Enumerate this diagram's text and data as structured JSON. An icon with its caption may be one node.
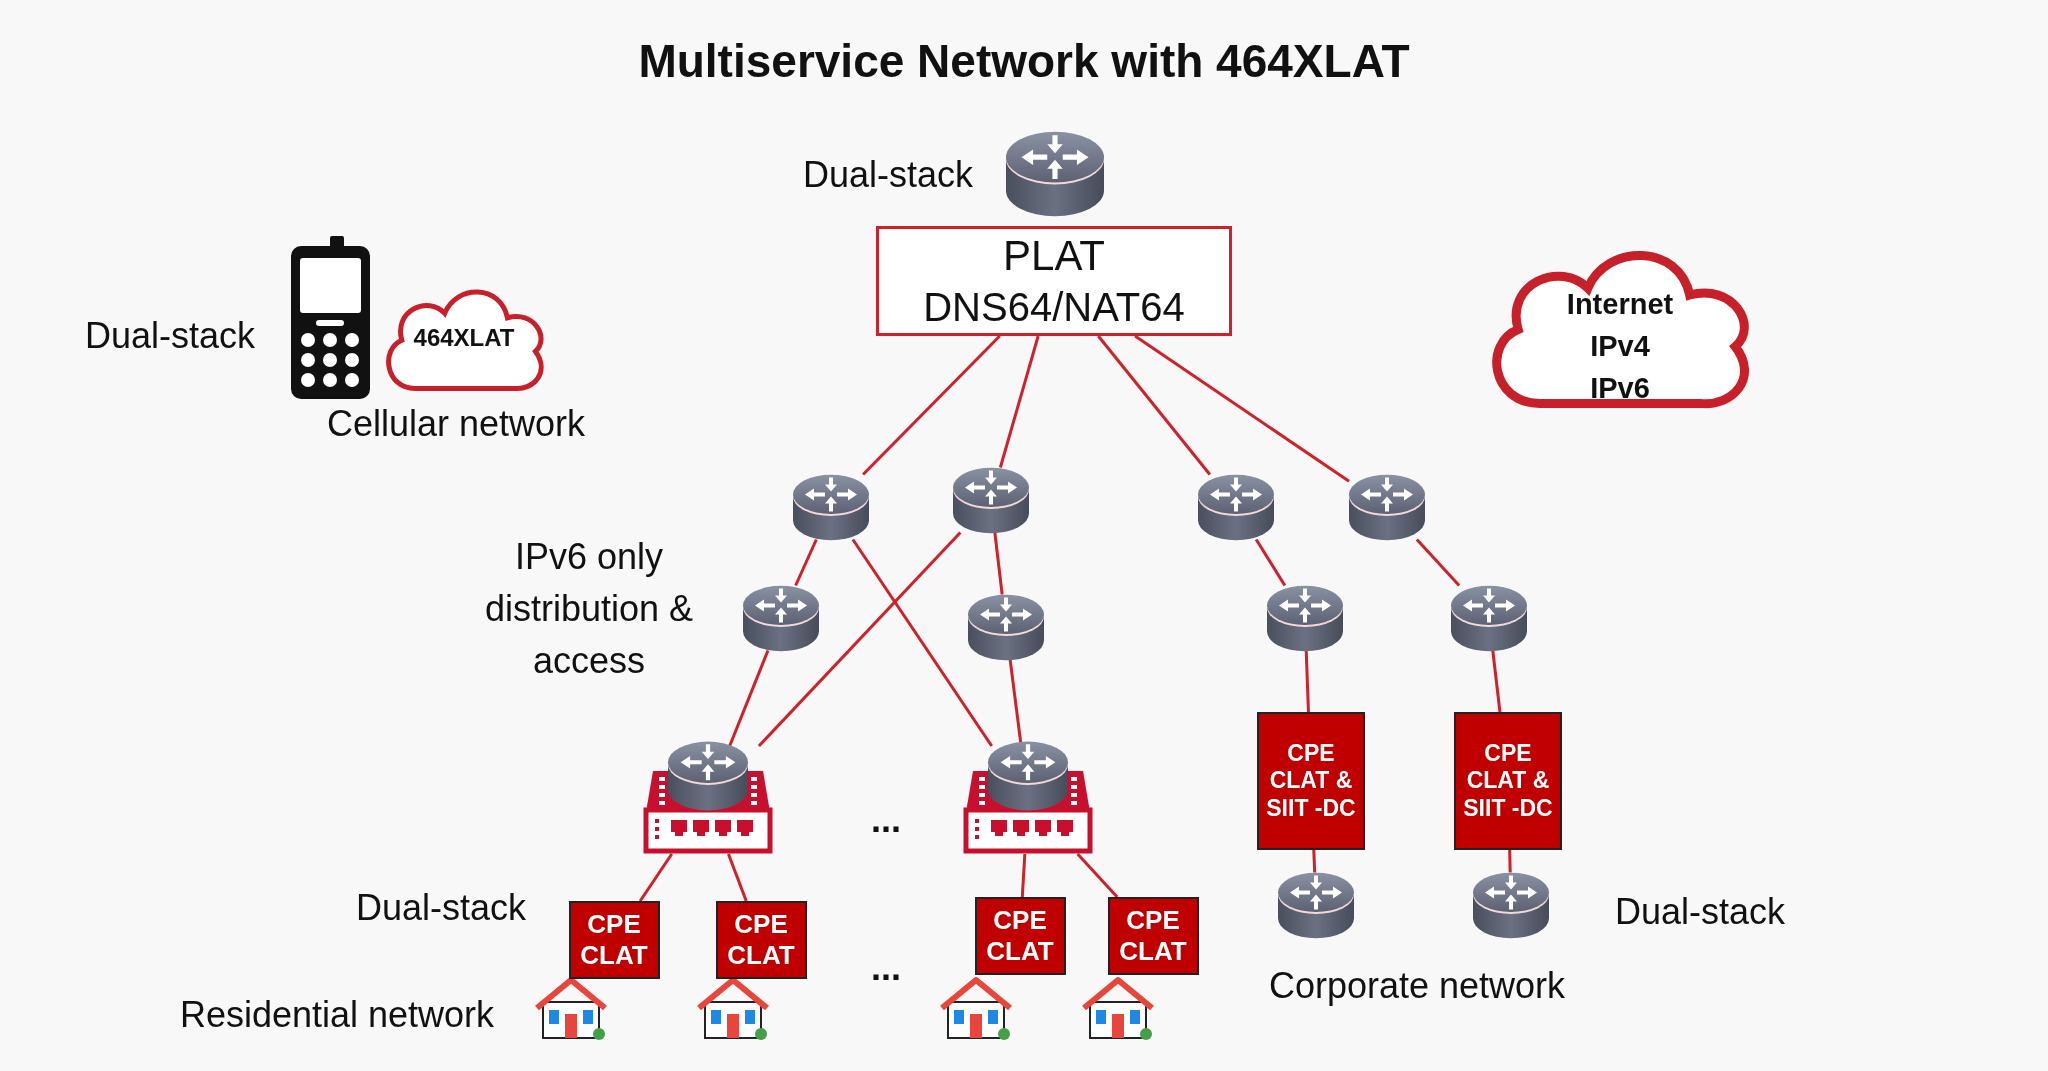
{
  "diagram": {
    "title": "Multiservice Network with 464XLAT",
    "nodes": [
      {
        "text": [
          "PLAT",
          "DNS64/NAT64"
        ]
      },
      {
        "text": [
          "464XLAT"
        ],
        "beside": [
          "Cellular network"
        ]
      },
      {
        "text": [
          "Internet",
          "IPv4",
          "IPv6"
        ]
      },
      {
        "text": [],
        "shape": "picture"
      },
      {
        "text": [],
        "shape": "picture"
      },
      {
        "text": [],
        "shape": "picture"
      },
      {
        "text": [],
        "shape": "picture"
      },
      {
        "text": [],
        "shape": "picture"
      },
      {
        "text": [],
        "shape": "picture"
      },
      {
        "text": [],
        "shape": "picture"
      },
      {
        "text": [],
        "shape": "picture"
      },
      {
        "text": [],
        "shape": "picture"
      },
      {
        "text": [],
        "shape": "picture"
      },
      {
        "text": [
          "CPE CLAT"
        ]
      },
      {
        "text": [
          "CPE CLAT"
        ]
      },
      {
        "text": [
          "CPE CLAT"
        ]
      },
      {
        "text": [
          "CPE CLAT"
        ]
      },
      {
        "text": [
          "CPE CLAT & SIIT -DC"
        ]
      },
      {
        "text": [
          "CPE CLAT & SIIT -DC"
        ]
      },
      {
        "text": [],
        "shape": "picture"
      },
      {
        "text": [],
        "shape": "picture"
      }
    ],
    "edges": [
      {
        "from": 0,
        "to": 3,
        "arrow": "none"
      },
      {
        "from": 0,
        "to": 4,
        "arrow": "none"
      },
      {
        "from": 0,
        "to": 5,
        "arrow": "none"
      },
      {
        "from": 0,
        "to": 6,
        "arrow": "none"
      },
      {
        "from": 3,
        "to": 7,
        "arrow": "none"
      },
      {
        "from": 4,
        "to": 8,
        "arrow": "none"
      },
      {
        "from": 5,
        "to": 9,
        "arrow": "none"
      },
      {
        "from": 6,
        "to": 10,
        "arrow": "none"
      },
      {
        "from": 7,
        "to": 11,
        "arrow": "none"
      },
      {
        "from": 8,
        "to": 12,
        "arrow": "none"
      },
      {
        "from": 3,
        "to": 12,
        "arrow": "none"
      },
      {
        "from": 4,
        "to": 11,
        "arrow": "none"
      },
      {
        "from": 11,
        "to": 13,
        "arrow": "none"
      },
      {
        "from": 11,
        "to": 14,
        "arrow": "none"
      },
      {
        "from": 12,
        "to": 15,
        "arrow": "none"
      },
      {
        "from": 12,
        "to": 16,
        "arrow": "none"
      },
      {
        "from": 9,
        "to": 17,
        "arrow": "none"
      },
      {
        "from": 10,
        "to": 18,
        "arrow": "none"
      },
      {
        "from": 17,
        "to": 19,
        "arrow": "none"
      },
      {
        "from": 18,
        "to": 20,
        "arrow": "none"
      }
    ],
    "labels": [
      "Dual-stack",
      "Dual-stack",
      "IPv6 only distribution & access",
      "...",
      "Dual-stack",
      "Dual-stack",
      "...",
      "Corporate network",
      "Residential network"
    ]
  }
}
